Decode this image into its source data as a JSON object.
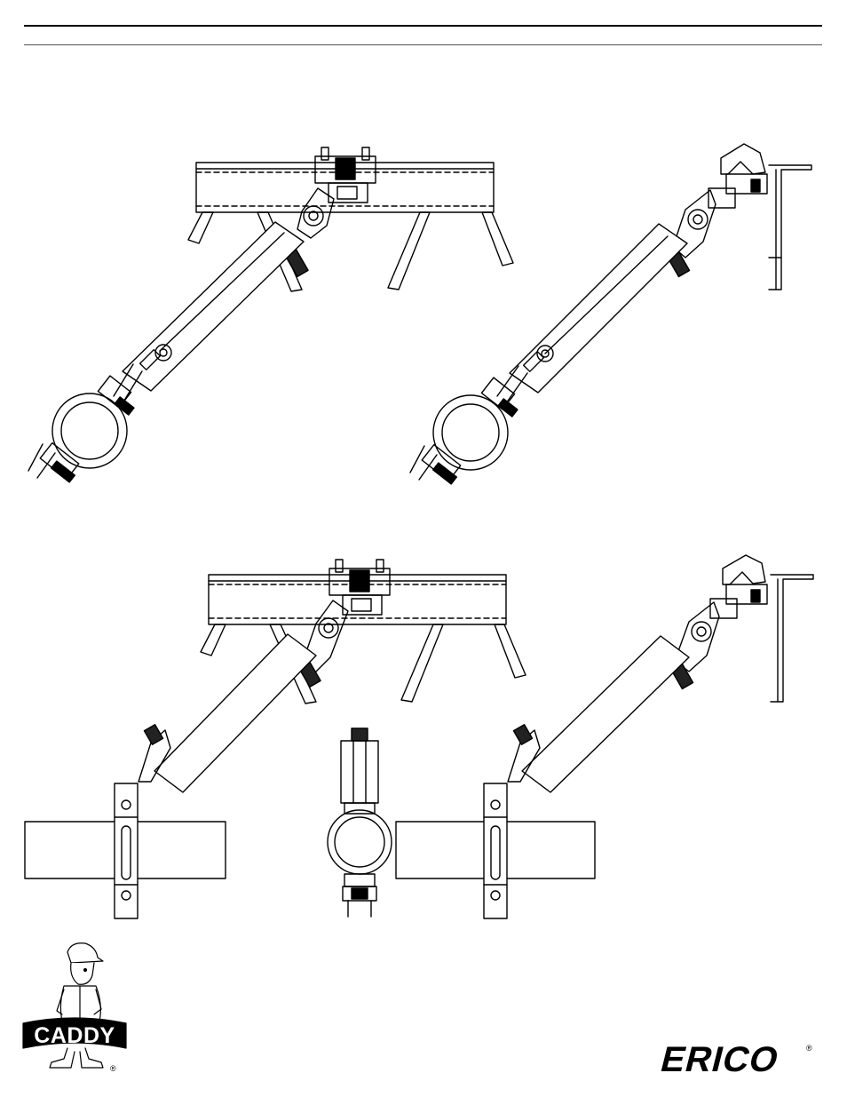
{
  "header": {
    "has_rules": true
  },
  "figures": {
    "count": 5,
    "description_icons": [
      "beam-clamp-icon",
      "pipe-clamp-icon",
      "strut-icon"
    ]
  },
  "logos": {
    "caddy": {
      "text": "CADDY",
      "registered": "®"
    },
    "erico": {
      "text": "ERICO",
      "registered": "®"
    }
  }
}
